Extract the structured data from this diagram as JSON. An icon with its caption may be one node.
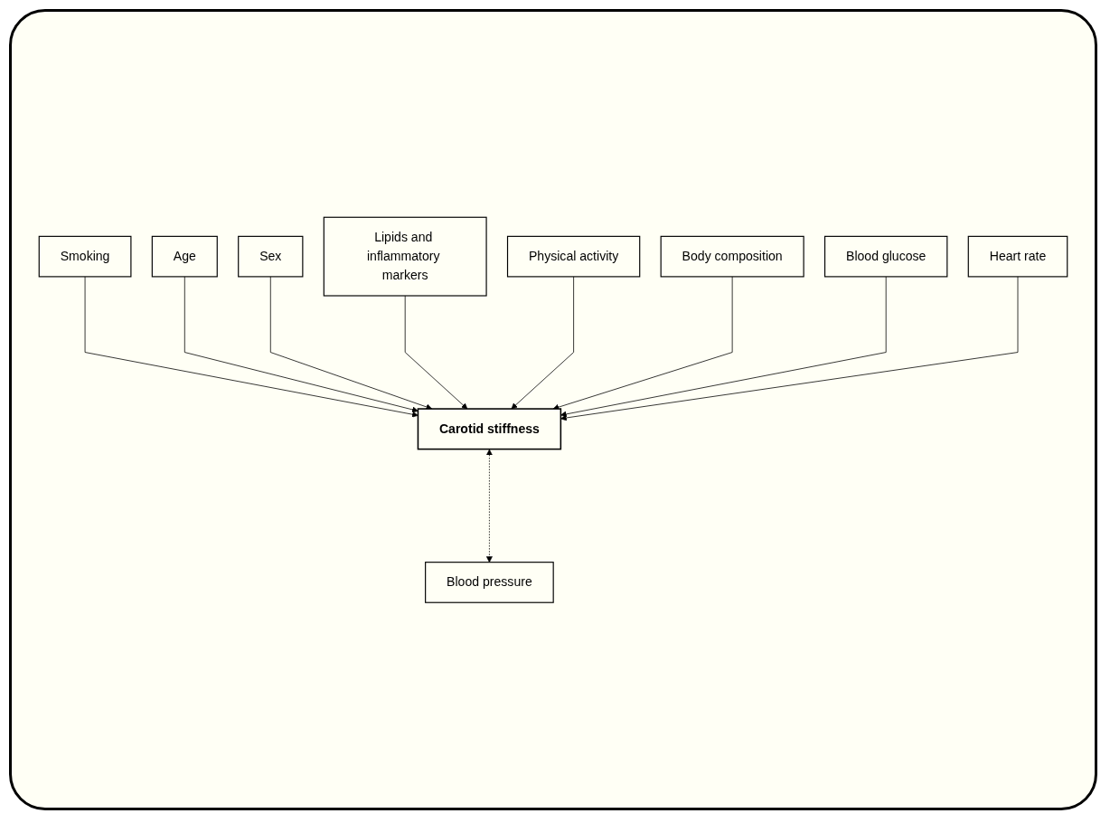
{
  "diagram": {
    "nodes": [
      {
        "text": [
          "Smoking"
        ]
      },
      {
        "text": [
          "Age"
        ]
      },
      {
        "text": [
          "Sex"
        ]
      },
      {
        "text": [
          "Lipids and inflammatory markers"
        ]
      },
      {
        "text": [
          "Carotid stiffness"
        ]
      },
      {
        "text": [
          "Physical activity"
        ]
      },
      {
        "text": [
          "Body composition"
        ]
      },
      {
        "text": [
          "Blood glucose"
        ]
      },
      {
        "text": [
          "Heart rate"
        ]
      },
      {
        "text": [
          "Blood pressure"
        ]
      }
    ],
    "edges": [
      {
        "from": 0,
        "to": 4,
        "arrow": "to"
      },
      {
        "from": 1,
        "to": 4,
        "arrow": "to"
      },
      {
        "from": 2,
        "to": 4,
        "arrow": "to"
      },
      {
        "from": 3,
        "to": 4,
        "arrow": "to"
      },
      {
        "from": 5,
        "to": 4,
        "arrow": "to"
      },
      {
        "from": 6,
        "to": 4,
        "arrow": "to"
      },
      {
        "from": 7,
        "to": 4,
        "arrow": "to"
      },
      {
        "from": 8,
        "to": 4,
        "arrow": "to"
      },
      {
        "from": 4,
        "to": 9,
        "arrow": "both",
        "style": "dashed"
      }
    ]
  }
}
